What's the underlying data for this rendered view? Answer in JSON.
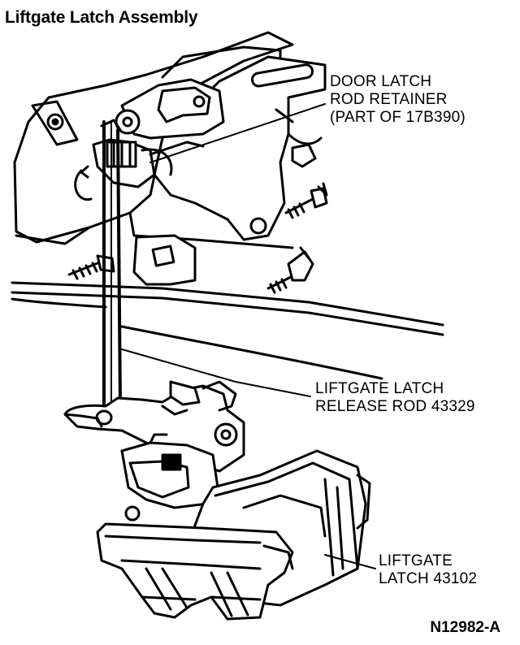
{
  "title": "Liftgate Latch Assembly",
  "callouts": {
    "rod_retainer": "DOOR LATCH\nROD RETAINER\n(PART OF 17B390)",
    "release_rod": "LIFTGATE LATCH\nRELEASE ROD 43329",
    "latch": "LIFTGATE\nLATCH 43102"
  },
  "figure_id": "N12982-A"
}
